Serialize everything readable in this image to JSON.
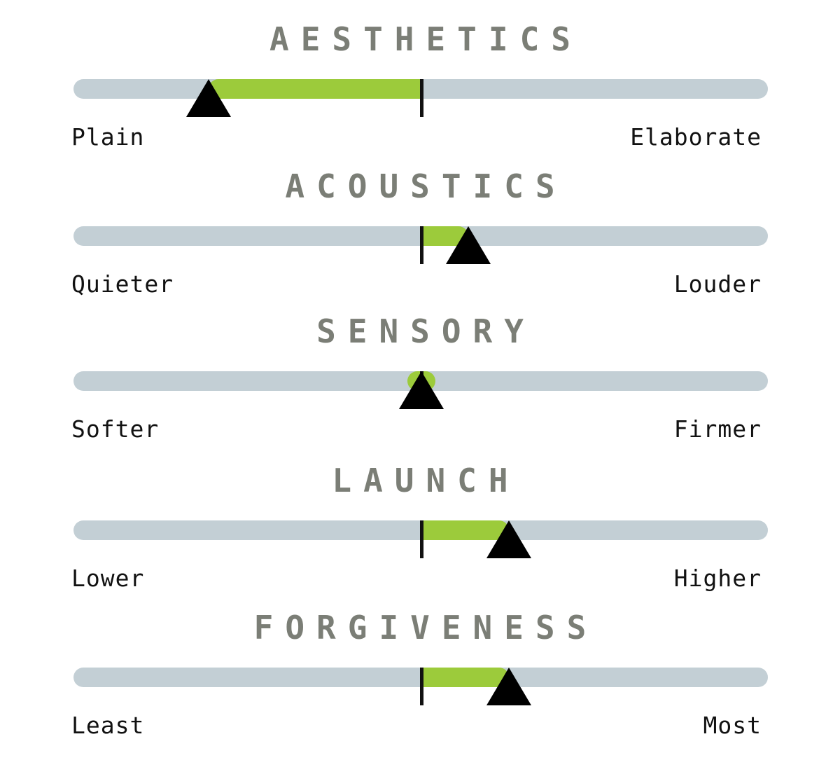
{
  "colors": {
    "title": "#7b7e76",
    "track": "#c3cfd5",
    "fill": "#9ccb3b",
    "marker": "#000000",
    "center_line": "#111111",
    "label": "#111111"
  },
  "scales": [
    {
      "title": "AESTHETICS",
      "low_label": "Plain",
      "high_label": "Elaborate",
      "value": -0.63
    },
    {
      "title": "ACOUSTICS",
      "low_label": "Quieter",
      "high_label": "Louder",
      "value": 0.14
    },
    {
      "title": "SENSORY",
      "low_label": "Softer",
      "high_label": "Firmer",
      "value": 0.0
    },
    {
      "title": "LAUNCH",
      "low_label": "Lower",
      "high_label": "Higher",
      "value": 0.26
    },
    {
      "title": "FORGIVENESS",
      "low_label": "Least",
      "high_label": "Most",
      "value": 0.26
    }
  ]
}
